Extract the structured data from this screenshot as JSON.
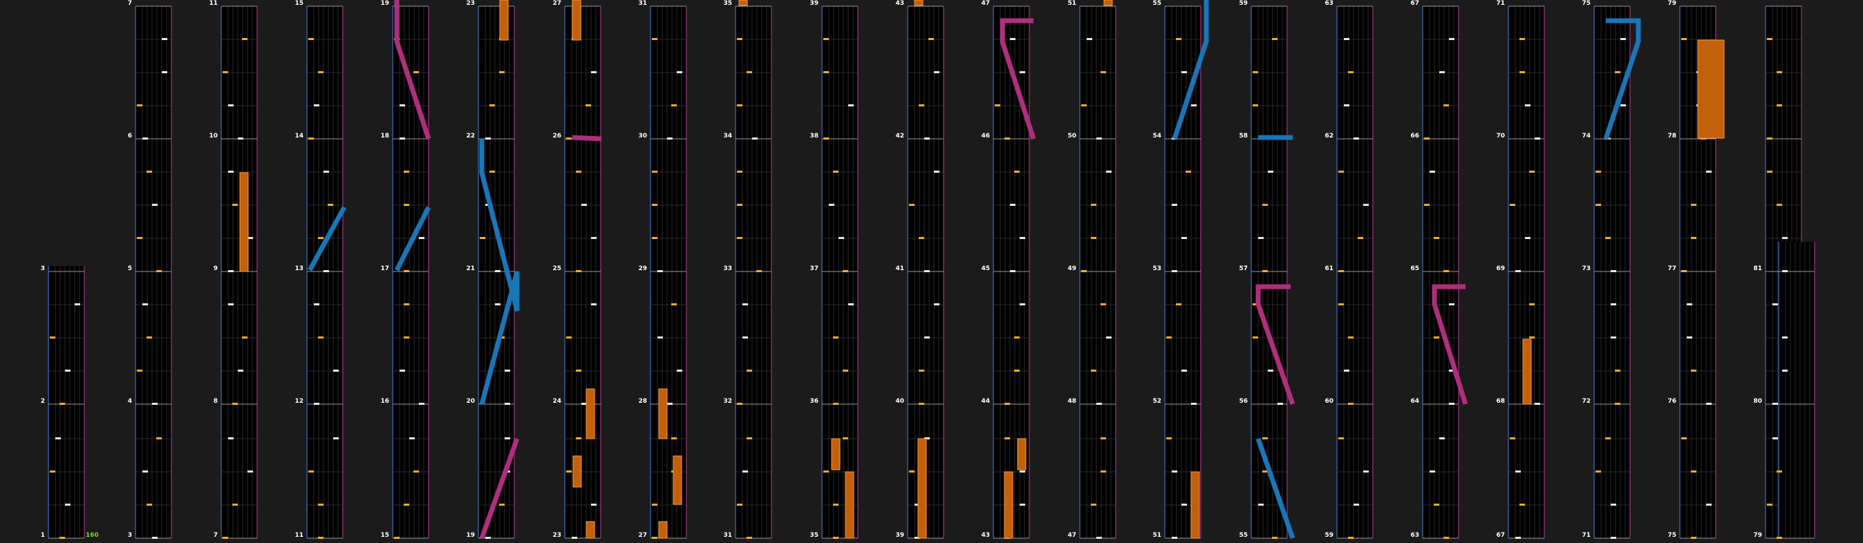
{
  "bpm": "160",
  "colors": {
    "background": "#1b1b1b",
    "lane": "#000000",
    "lane_grid": "#2a2a2a",
    "left_border": "#2a4a78",
    "right_border": "#6a2455",
    "measure_line": "#9a9a9a",
    "measure_number": "#ffffff",
    "note_white": "#e8e8e8",
    "note_orange": "#ffad1f",
    "long_note_fill": "#c2600c",
    "long_note_edge": "#ff9a3a",
    "scratch_blue": "#1976b8",
    "scratch_pink": "#b02f7c",
    "bpm_label": "#7fd32a"
  },
  "measure_labels": [
    "1",
    "2",
    "3",
    "3",
    "4",
    "5",
    "6",
    "7",
    "7",
    "8",
    "9",
    "10",
    "11",
    "11",
    "12",
    "13",
    "14",
    "15",
    "15",
    "16",
    "17",
    "18",
    "19",
    "19",
    "20",
    "21",
    "22",
    "23",
    "23",
    "24",
    "25",
    "26",
    "27",
    "27",
    "28",
    "29",
    "30",
    "31",
    "31",
    "32",
    "33",
    "34",
    "35",
    "35",
    "36",
    "37",
    "38",
    "39",
    "39",
    "40",
    "41",
    "42",
    "43",
    "43",
    "44",
    "45",
    "46",
    "47",
    "47",
    "48",
    "49",
    "50",
    "51",
    "51",
    "52",
    "53",
    "54",
    "55",
    "55",
    "56",
    "57",
    "58",
    "59",
    "59",
    "60",
    "61",
    "62",
    "63",
    "63",
    "64",
    "65",
    "66",
    "67",
    "67",
    "68",
    "69",
    "70",
    "71",
    "71",
    "72",
    "73",
    "74",
    "75",
    "75",
    "76",
    "77",
    "78",
    "79",
    "79",
    "80",
    "81"
  ]
}
